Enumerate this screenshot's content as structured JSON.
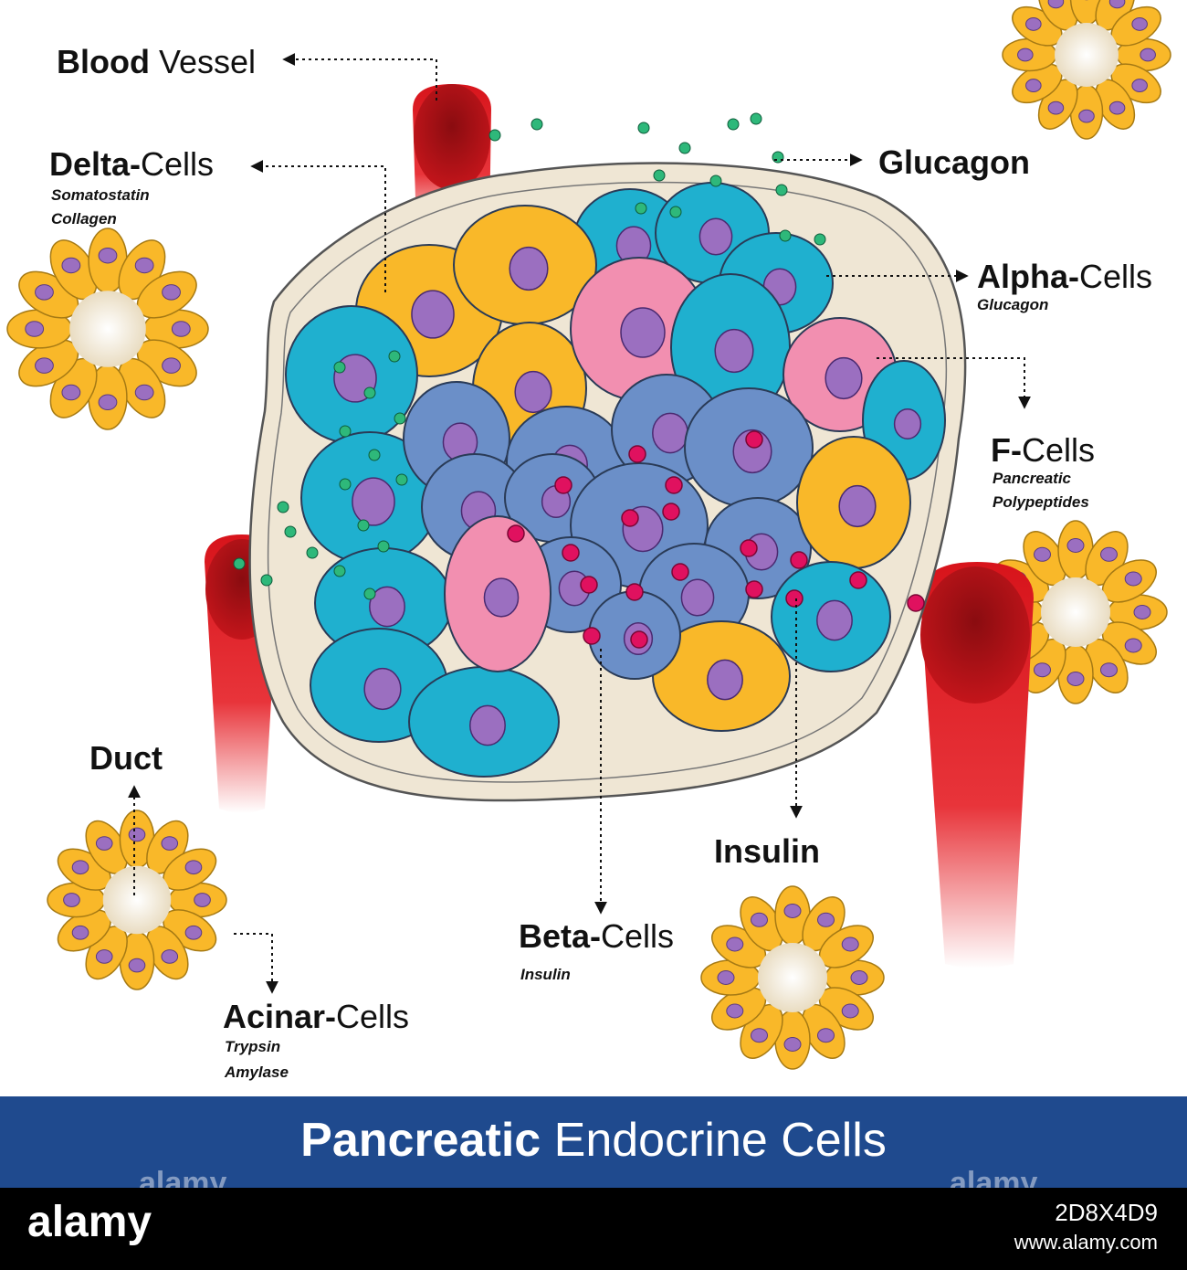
{
  "labels": {
    "blood_vessel": {
      "bold": "Blood",
      "rest": " Vessel"
    },
    "delta": {
      "bold": "Delta-",
      "rest": "Cells",
      "sub1": "Somatostatin",
      "sub2": "Collagen"
    },
    "glucagon": "Glucagon",
    "alpha": {
      "bold": "Alpha-",
      "rest": "Cells",
      "sub1": "Glucagon"
    },
    "f_cells": {
      "bold": "F-",
      "rest": "Cells",
      "sub1": "Pancreatic",
      "sub2": "Polypeptides"
    },
    "duct": "Duct",
    "insulin": "Insulin",
    "beta": {
      "bold": "Beta-",
      "rest": "Cells",
      "sub1": "Insulin"
    },
    "acinar": {
      "bold": "Acinar-",
      "rest": "Cells",
      "sub1": "Trypsin",
      "sub2": "Amylase"
    }
  },
  "title": {
    "bold": "Pancreatic",
    "rest": " Endocrine Cells"
  },
  "watermark": "alamy",
  "footer": {
    "logo": "alamy",
    "image_id": "2D8X4D9",
    "site": "www.alamy.com"
  },
  "colors": {
    "alpha_cell": "#1fb0cf",
    "beta_cell": "#6b8fc8",
    "delta_cell": "#f9b829",
    "f_cell": "#f28fb0",
    "nucleus": "#9b6fc0",
    "islet_membrane": "#efe6d4",
    "blood_vessel": "#d7141b",
    "glucagon_granule": "#2eb87a",
    "insulin_granule": "#e0115f",
    "title_bar": "#1f4a8e"
  }
}
